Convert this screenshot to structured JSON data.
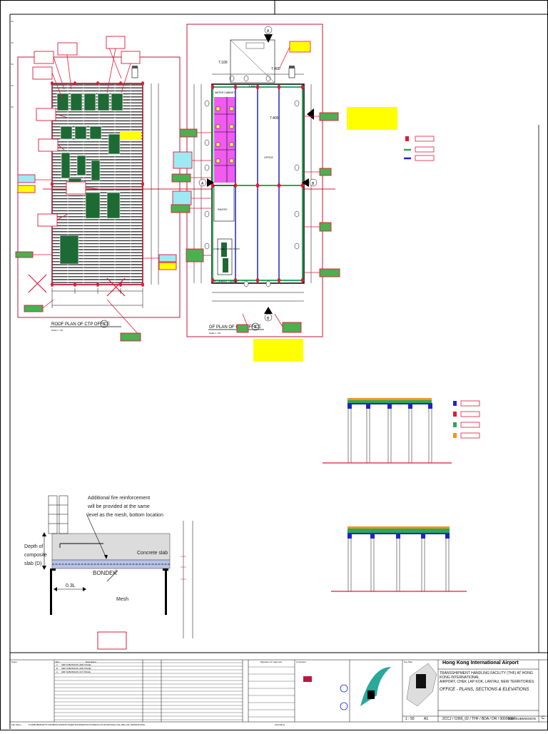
{
  "drawing": {
    "roof_plan_title": "ROOF PLAN OF CTP OFFICE",
    "roof_plan_num": "1",
    "roof_plan_scale": "Scale 1 : 50",
    "office_plan_title": "GF PLAN OF CTP OFFICE",
    "office_plan_num": "2",
    "office_plan_scale": "Scale 1 : 50",
    "rooms": {
      "water_cabinet": "WATER CABINET",
      "office": "OFFICE",
      "pantry": "PANTRY",
      "plumbing_cabinet": "PLUMBING CABINET",
      "hose_reel": "HOSE REEL PUMP ROOM"
    },
    "levels": {
      "a": "7.100",
      "b": "7.400",
      "c": "7.400",
      "d": "7.400"
    },
    "section_marks": [
      "A",
      "B",
      "A",
      "B"
    ],
    "colors": {
      "column": "#e0193a",
      "beam_green": "#2aa85a",
      "beam_blue": "#1a26c9",
      "toilet": "#f05bf0",
      "highlight": "#ffff00",
      "callout": "#4caf50",
      "frame": "#c0143c",
      "slab_blue": "#b7c3e8",
      "slab_gray": "#dcdcdc",
      "equip": "#1d6a34",
      "deck_orange": "#f7941d"
    }
  },
  "detail": {
    "fire_note": "Additional fire reinforcement will be provided at the same level as the mesh, bottom location",
    "fire_note_lines": [
      "Additional fire reinforcement",
      "will be provided at the same",
      "level as the mesh, bottom location"
    ],
    "depth_label_lines": [
      "Depth of",
      "composite",
      "slab (D)"
    ],
    "concrete_slab": "Concrete slab",
    "bondek": "BONDEK",
    "bondek_sup": "II",
    "span": "0.3L",
    "mesh": "Mesh"
  },
  "title_block": {
    "client": "Hong Kong International Airport",
    "project_lines": [
      "TRANSSHIPMENT HANDLING FACILITY (THF) AT HONG KONG INTERNATIONAL",
      "AIRPORT, CHEK LAP KOK, LANTAU, NEW TERRITORIES"
    ],
    "drawing_title": "OFFICE - PLANS, SECTIONS & ELEVATIONS",
    "scale": "1 : 50",
    "size": "A1",
    "drawing_no": "2CCJ / C066_02 / THF / BDA / DR / 00000010",
    "status": "GBP SUBMISSION",
    "revision": "C",
    "rev_rows": [
      {
        "rev": "C",
        "desc": "GBP SUBMISSION (3RD ISSUE)"
      },
      {
        "rev": "B",
        "desc": "GBP SUBMISSION (2ND ISSUE)"
      },
      {
        "rev": "A",
        "desc": "GBP SUBMISSION (1ST ISSUE)"
      }
    ],
    "notes_head": "Notes",
    "rev_head": "Rev",
    "desc_head": "Description",
    "sig_head": "Signature for Approval",
    "contractor_head": "Contractor",
    "key_plan": "Key Plan",
    "file_name_label": "File Name",
    "file_name": "P:\\HKBA\\BIM\\HKPTL\\THF\\BD\\PLAN\\PRINT\\SHEETS\\SUPERSTRUCTURE\\2CCJ\\THF\\ORIGINAL\\THF_BDA_DR_00000010.DWG",
    "cad_name_label": "Cad Name"
  }
}
